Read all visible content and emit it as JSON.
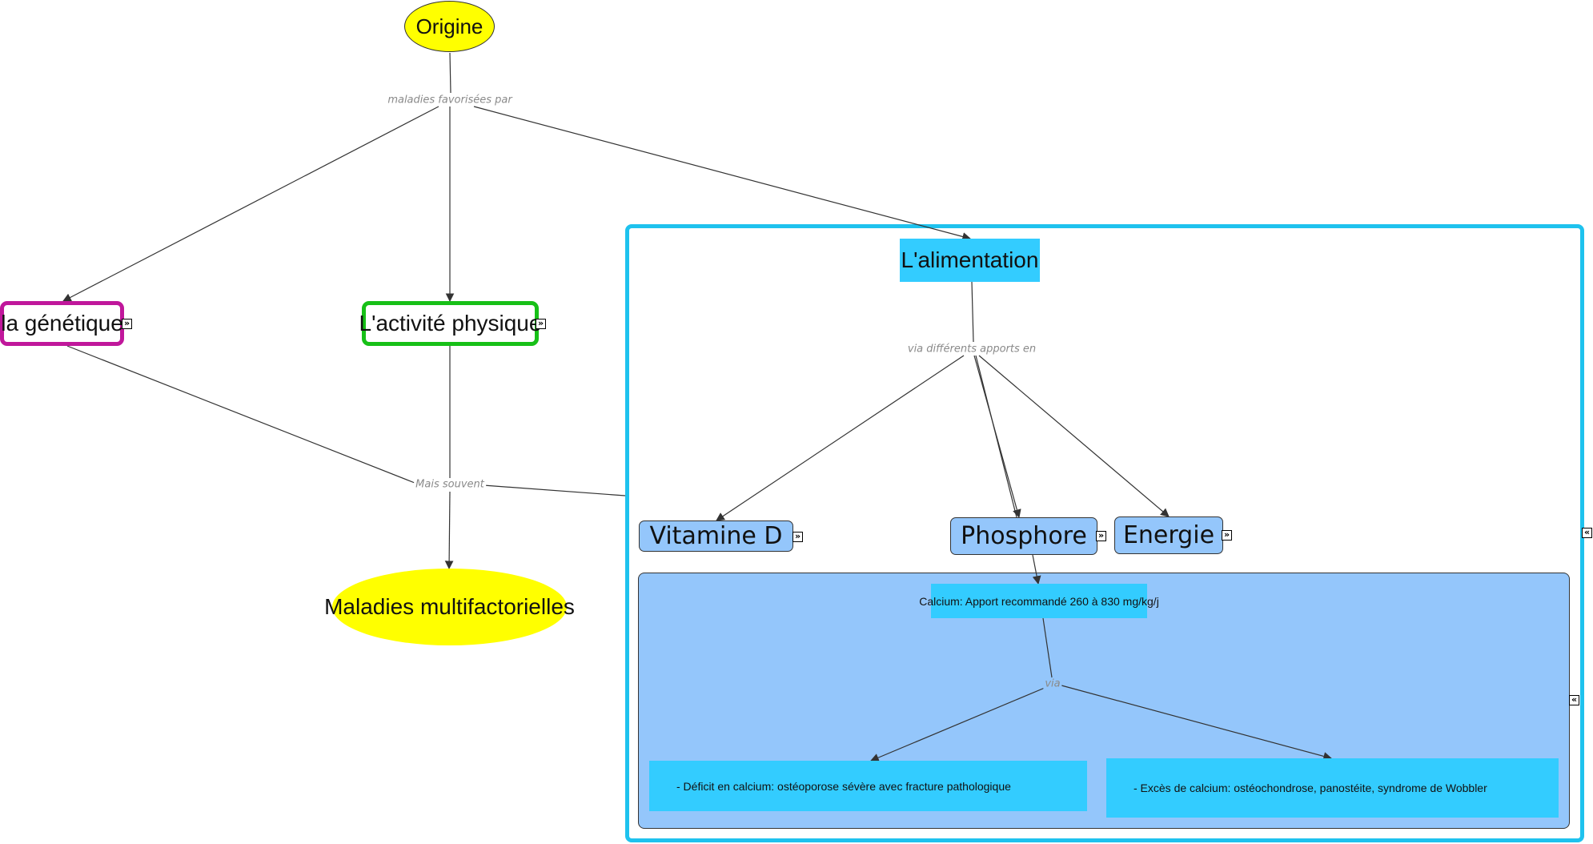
{
  "diagram": {
    "type": "concept-map",
    "colors": {
      "ellipse_fill": "#ffff00",
      "genetique_border": "#c0179b",
      "activite_border": "#17c017",
      "frame_border": "#1ec2ee",
      "alimentation_fill": "#33ccff",
      "nutrient_fill": "#94c6fb",
      "inner_panel_fill": "#94c6fb",
      "subnode_fill": "#33ccff",
      "link_label": "#8a8a8a",
      "line": "#333333"
    },
    "nodes": {
      "origine": "Origine",
      "genetique": "la génétique",
      "activite": "L'activité physique",
      "maladies": "Maladies multifactorielles",
      "alimentation": "L'alimentation",
      "vitamine_d": "Vitamine D",
      "phosphore": "Phosphore",
      "energie": "Energie",
      "calcium": "Calcium: Apport recommandé 260 à 830 mg/kg/j",
      "deficit": "- Déficit en calcium: ostéoporose sévère avec fracture pathologique",
      "exces": "- Excès de calcium: ostéochondrose, panostéite, syndrome de Wobbler"
    },
    "link_labels": {
      "maladies_favorisees": "maladies favorisées par",
      "mais_souvent": "Mais souvent",
      "via_apports": "via différents apports en",
      "via": "via"
    },
    "icons": {
      "expand": "»",
      "collapse": "«"
    },
    "edges": [
      {
        "from": "origine",
        "to": "maladies_favorisees"
      },
      {
        "from": "maladies_favorisees",
        "to": "genetique"
      },
      {
        "from": "maladies_favorisees",
        "to": "activite"
      },
      {
        "from": "maladies_favorisees",
        "to": "alimentation"
      },
      {
        "from": "genetique",
        "to": "mais_souvent"
      },
      {
        "from": "activite",
        "to": "mais_souvent"
      },
      {
        "from": "alimentation-frame",
        "to": "mais_souvent"
      },
      {
        "from": "mais_souvent",
        "to": "maladies"
      },
      {
        "from": "alimentation",
        "to": "via_apports"
      },
      {
        "from": "via_apports",
        "to": "vitamine_d"
      },
      {
        "from": "via_apports",
        "to": "phosphore"
      },
      {
        "from": "via_apports",
        "to": "energie"
      },
      {
        "from": "phosphore",
        "to": "calcium"
      },
      {
        "from": "calcium",
        "to": "via"
      },
      {
        "from": "via",
        "to": "deficit"
      },
      {
        "from": "via",
        "to": "exces"
      }
    ]
  }
}
